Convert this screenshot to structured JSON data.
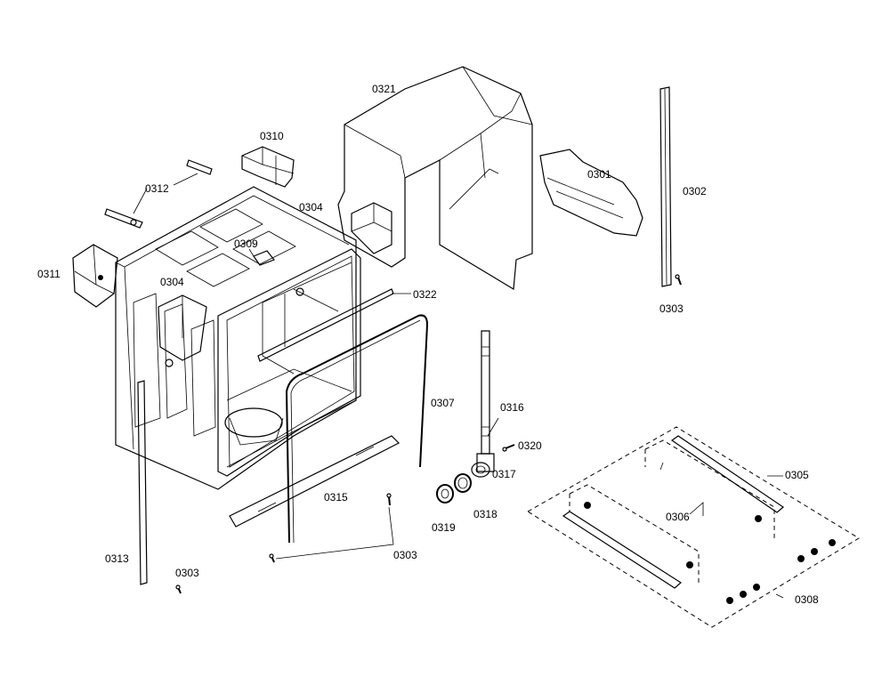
{
  "parts": {
    "p0301": "0301",
    "p0302": "0302",
    "p0303_a": "0303",
    "p0303_b": "0303",
    "p0303_c": "0303",
    "p0304_a": "0304",
    "p0304_b": "0304",
    "p0305": "0305",
    "p0306": "0306",
    "p0307": "0307",
    "p0308": "0308",
    "p0309": "0309",
    "p0310": "0310",
    "p0311": "0311",
    "p0312": "0312",
    "p0313": "0313",
    "p0315": "0315",
    "p0316": "0316",
    "p0317": "0317",
    "p0318": "0318",
    "p0319": "0319",
    "p0320": "0320",
    "p0321": "0321",
    "p0322": "0322"
  }
}
